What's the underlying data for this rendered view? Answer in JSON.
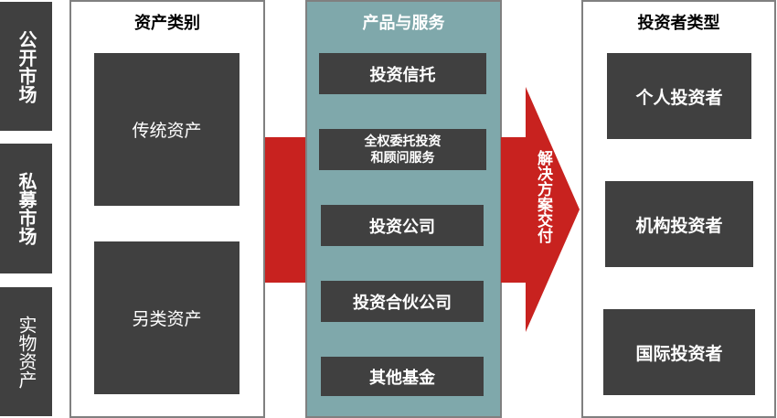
{
  "markets": [
    "公开市场",
    "私募市场",
    "实物资产"
  ],
  "asset_classes": {
    "title": "资产类别",
    "items": [
      "传统资产",
      "另类资产"
    ]
  },
  "products": {
    "title": "产品与服务",
    "items": [
      "投资信托",
      "全权委托投资\n和顾问服务",
      "投资公司",
      "投资合伙公司",
      "其他基金"
    ]
  },
  "arrow_label": "解决方案交付",
  "investors": {
    "title": "投资者类型",
    "items": [
      "个人投资者",
      "机构投资者",
      "国际投资者"
    ]
  },
  "colors": {
    "dark_box": "#404040",
    "teal": "#7fa8ab",
    "red": "#c8221f",
    "frame": "#808080"
  }
}
